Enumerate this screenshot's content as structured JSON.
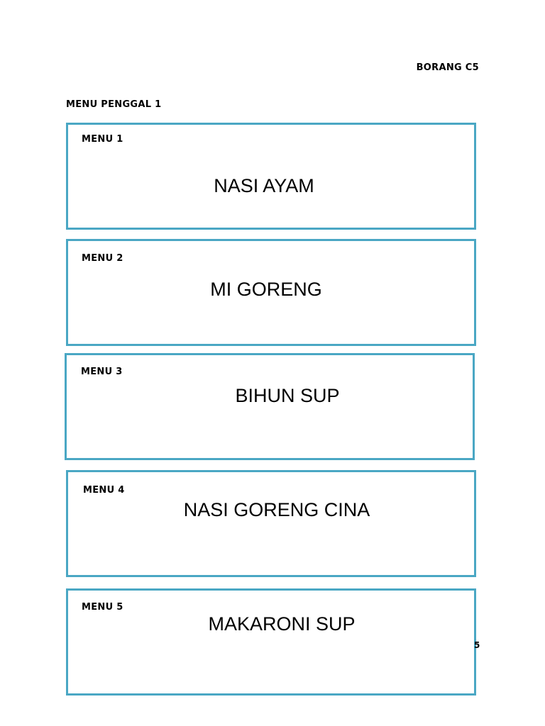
{
  "header": {
    "form_code": "BORANG C5",
    "section_title": "MENU PENGGAL 1"
  },
  "menus": [
    {
      "label": "MENU 1",
      "dish": "NASI AYAM"
    },
    {
      "label": "MENU 2",
      "dish": "MI GORENG"
    },
    {
      "label": "MENU 3",
      "dish": "BIHUN SUP"
    },
    {
      "label": "MENU 4",
      "dish": "NASI GORENG CINA"
    },
    {
      "label": "MENU 5",
      "dish": "MAKARONI SUP"
    }
  ],
  "stray_mark": "5",
  "colors": {
    "box_border": "#4aa7c4",
    "text": "#000000"
  }
}
